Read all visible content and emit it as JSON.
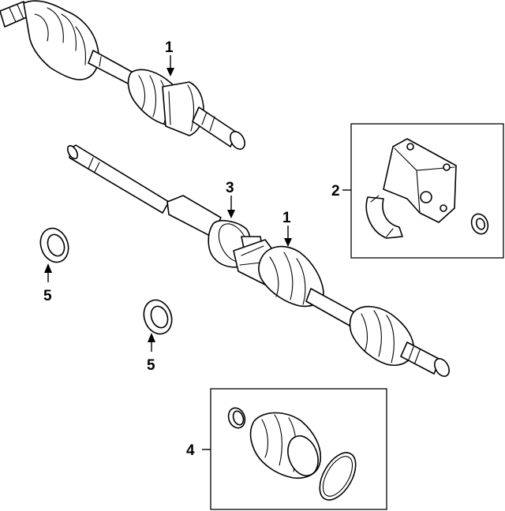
{
  "callouts": {
    "c1_top": "1",
    "c1_mid": "1",
    "c2": "2",
    "c3": "3",
    "c4": "4",
    "c5_left": "5",
    "c5_mid": "5"
  }
}
